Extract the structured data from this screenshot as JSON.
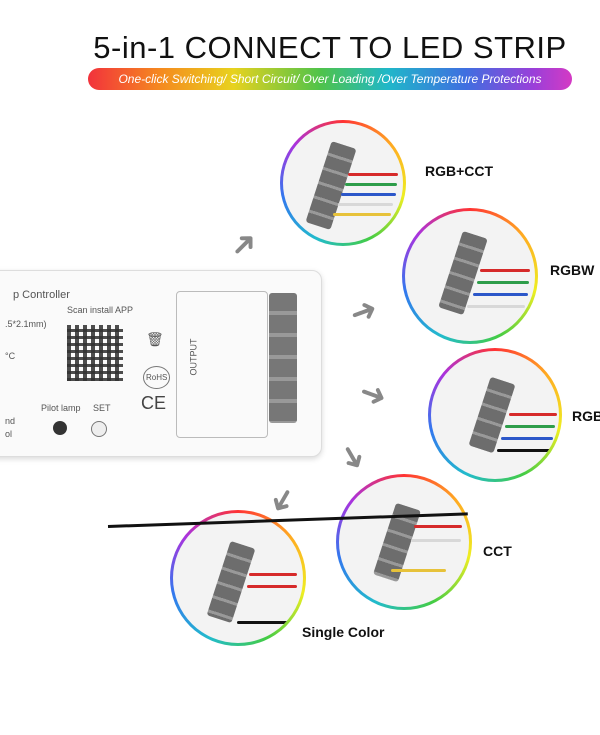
{
  "title": "5-in-1 CONNECT TO  LED STRIP",
  "banner": "One-click Switching/ Short Circuit/ Over Loading /Over Temperature Protections",
  "controller": {
    "name": "p Controller",
    "scan": "Scan install APP",
    "spec": ".5*2.1mm)",
    "temp": "°C",
    "left1": "nd",
    "left2": "ol",
    "pilot": "Pilot lamp",
    "set": "SET",
    "output": "OUTPUT",
    "rohs": "RoHS",
    "ce": "CE"
  },
  "labels": {
    "rgbcct": "RGB+CCT",
    "rgbw": "RGBW",
    "rgb": "RGB",
    "cct": "CCT",
    "single": "Single Color"
  },
  "colors": {
    "red": "#d62a2a",
    "green": "#2e9d4a",
    "blue": "#2c57c9",
    "white": "#e9e9e9",
    "yellow": "#e7c23a",
    "black": "#111111"
  }
}
